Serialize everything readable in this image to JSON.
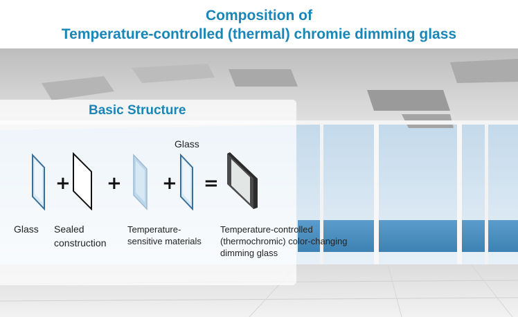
{
  "title_line1": "Composition of",
  "title_line2": "Temperature-controlled (thermal) chromie dimming glass",
  "panel_heading": "Basic Structure",
  "symbols": {
    "plus": "+",
    "equals": "="
  },
  "labels": {
    "glass_top": "Glass",
    "glass": "Glass",
    "sealed_1": "Sealed",
    "sealed_2": "construction",
    "temp_1": "Temperature-",
    "temp_2": "sensitive materials",
    "result_1": "Temperature-controlled",
    "result_2": "(thermochromic) color-changing",
    "result_3": "dimming glass"
  },
  "colors": {
    "accent": "#1a86b8",
    "sky": "#cfe3f1",
    "sea": "#4b8fbd"
  }
}
